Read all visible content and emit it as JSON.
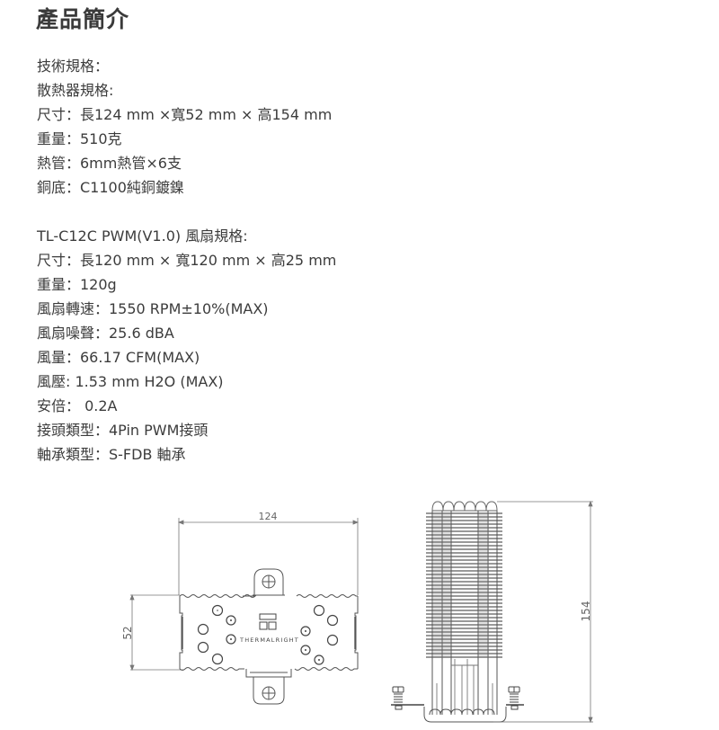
{
  "page": {
    "title": "產品簡介"
  },
  "specs": {
    "heading": "技術規格：",
    "heatsink": {
      "heading": "散熱器規格:",
      "lines": [
        "尺寸：長124 mm ×寬52 mm × 高154 mm",
        "重量：510克",
        "熱管：6mm熱管×6支",
        "銅底：C1100純銅鍍鎳"
      ]
    },
    "fan": {
      "heading": "TL-C12C PWM(V1.0) 風扇規格:",
      "lines": [
        "尺寸：長120 mm × 寬120 mm × 高25 mm",
        "重量：120g",
        "風扇轉速：1550 RPM±10%(MAX)",
        "風扇噪聲：25.6 dBA",
        "風量：66.17 CFM(MAX)",
        "風壓: 1.53 mm H2O (MAX)",
        "安倍： 0.2A",
        "接頭類型：4Pin PWM接頭",
        "軸承類型：S-FDB 軸承"
      ]
    }
  },
  "drawing": {
    "top_view": {
      "width_label": "124",
      "depth_label": "52",
      "logo_text": "THERMALRIGHT"
    },
    "side_view": {
      "height_label": "154"
    },
    "line_color": "#444444",
    "dim_color": "#666666"
  }
}
